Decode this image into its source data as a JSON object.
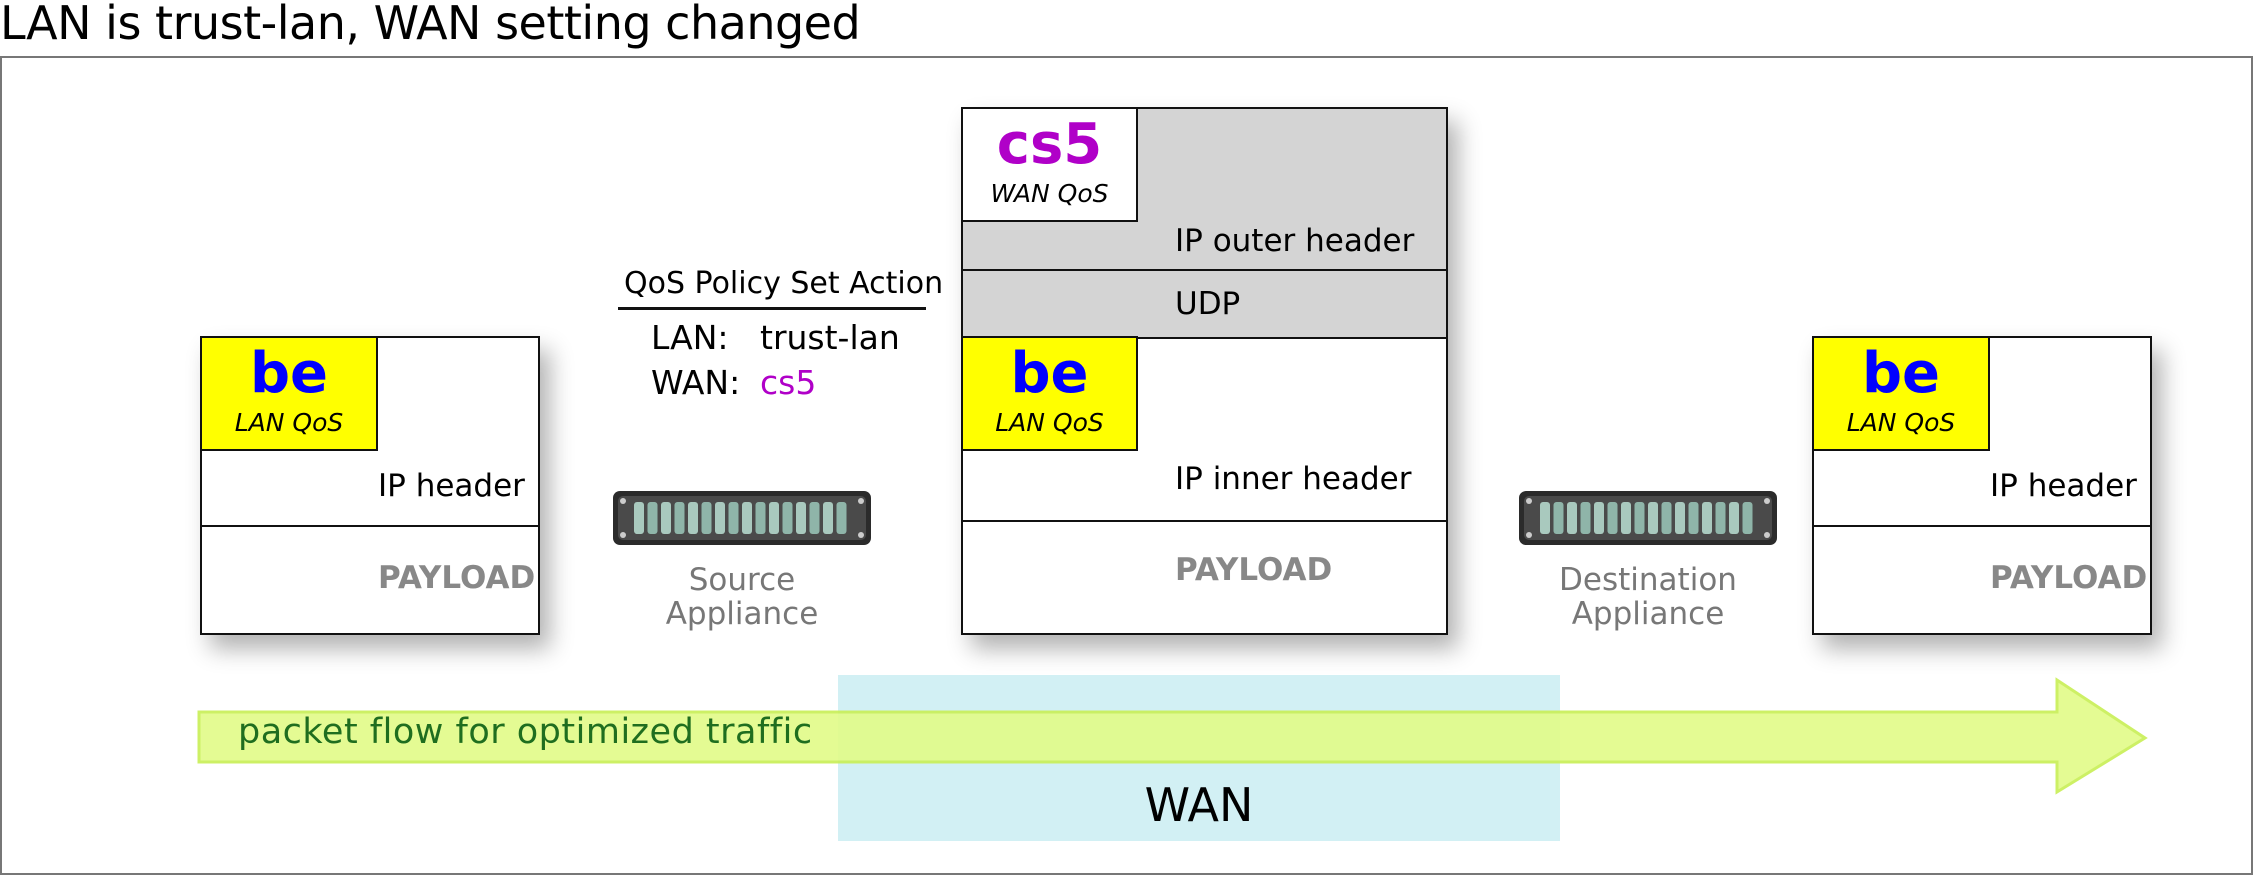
{
  "title": "LAN is trust-lan, WAN setting changed",
  "colors": {
    "lan_qos": "#ffff00",
    "wan_qos_text": "#b000c8",
    "lan_qos_text": "#0000ff",
    "flow_arrow": "#e2fb8a",
    "wan_zone": "#cdeef3"
  },
  "source_packet": {
    "qos_code": "be",
    "qos_label": "LAN QoS",
    "header": "IP header",
    "payload": "PAYLOAD"
  },
  "policy": {
    "title": "QoS Policy Set Action",
    "lan_key": "LAN:",
    "lan_value": "trust-lan",
    "wan_key": "WAN:",
    "wan_value": "cs5"
  },
  "source_appliance": {
    "line1": "Source",
    "line2": "Appliance"
  },
  "tunnel_packet": {
    "wan_qos_code": "cs5",
    "wan_qos_label": "WAN QoS",
    "outer_header": "IP outer header",
    "udp": "UDP",
    "qos_code": "be",
    "qos_label": "LAN QoS",
    "inner_header": "IP inner header",
    "payload": "PAYLOAD"
  },
  "destination_appliance": {
    "line1": "Destination",
    "line2": "Appliance"
  },
  "destination_packet": {
    "qos_code": "be",
    "qos_label": "LAN QoS",
    "header": "IP header",
    "payload": "PAYLOAD"
  },
  "flow": {
    "label": "packet flow for optimized traffic"
  },
  "wan": {
    "label": "WAN"
  }
}
